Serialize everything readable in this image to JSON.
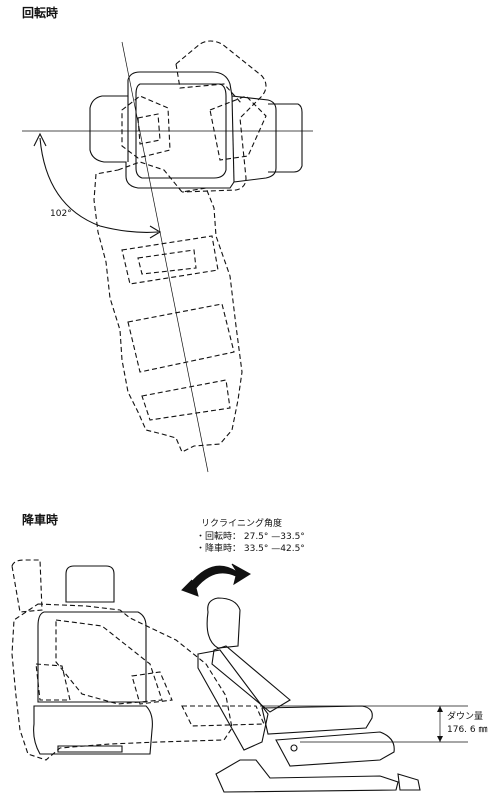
{
  "rotation": {
    "title": "回転時",
    "angle_label": "102°"
  },
  "descent": {
    "title": "降車時",
    "recline_title": "リクライニング角度",
    "recline_rotation": "・回転時： 27.5° —33.5°",
    "recline_descent": "・降車時： 33.5° —42.5°",
    "down_label": "ダウン量",
    "down_value": "176. 6 ㎜"
  }
}
